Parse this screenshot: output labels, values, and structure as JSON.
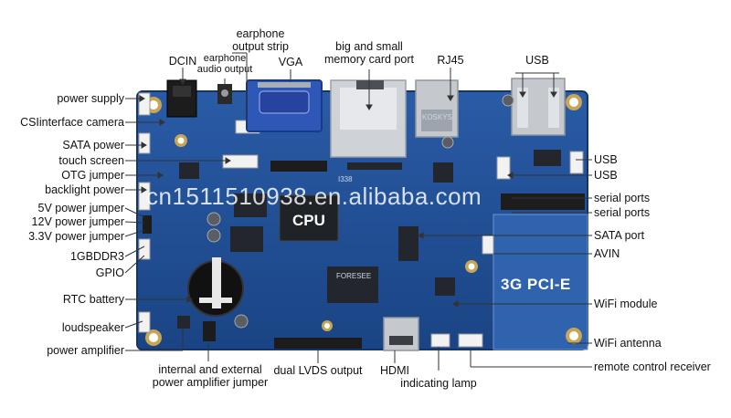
{
  "colors": {
    "board": "#1f4e92",
    "board_edge": "#163a72",
    "line": "#333333",
    "chip": "#262a31",
    "silver": "#c9ccd1",
    "white_conn": "#f2f2f2"
  },
  "board_text": {
    "cpu": "CPU",
    "pcie": "3G PCI-E",
    "watermark": "cn1511510938.en.alibaba.com",
    "chip_1338": "I338",
    "chip_forsee": "FORESEE",
    "rj45_mark": "KOSKYS"
  },
  "labels_left": [
    {
      "id": "power-supply",
      "text": "power supply"
    },
    {
      "id": "csi-camera",
      "text": "CSIinterface camera"
    },
    {
      "id": "sata-power",
      "text": "SATA power"
    },
    {
      "id": "touch-screen",
      "text": "touch screen"
    },
    {
      "id": "otg-jumper",
      "text": "OTG jumper"
    },
    {
      "id": "backlight-power",
      "text": "backlight power"
    },
    {
      "id": "5v-jumper",
      "text": "5V power jumper"
    },
    {
      "id": "12v-jumper",
      "text": "12V power jumper"
    },
    {
      "id": "33v-jumper",
      "text": "3.3V power jumper"
    },
    {
      "id": "ddr3",
      "text": "1GBDDR3"
    },
    {
      "id": "gpio",
      "text": "GPIO"
    },
    {
      "id": "rtc-battery",
      "text": "RTC battery"
    },
    {
      "id": "loudspeaker",
      "text": "loudspeaker"
    },
    {
      "id": "power-amplifier",
      "text": "power amplifier"
    }
  ],
  "labels_top": [
    {
      "id": "dcin",
      "text": "DCIN"
    },
    {
      "id": "earphone-audio",
      "line1": "earphone",
      "line2": "audio output"
    },
    {
      "id": "earphone-strip",
      "line1": "earphone",
      "line2": "output strip"
    },
    {
      "id": "vga",
      "text": "VGA"
    },
    {
      "id": "memory-card",
      "line1": "big and small",
      "line2": "memory card port"
    },
    {
      "id": "rj45",
      "text": "RJ45"
    },
    {
      "id": "usb-top",
      "text": "USB"
    }
  ],
  "labels_right": [
    {
      "id": "usb-1",
      "text": "USB"
    },
    {
      "id": "usb-2",
      "text": "USB"
    },
    {
      "id": "serial-1",
      "text": "serial ports"
    },
    {
      "id": "serial-2",
      "text": "serial ports"
    },
    {
      "id": "sata-port",
      "text": "SATA port"
    },
    {
      "id": "avin",
      "text": "AVIN"
    },
    {
      "id": "wifi-module",
      "text": "WiFi module"
    },
    {
      "id": "wifi-antenna",
      "text": "WiFi antenna"
    },
    {
      "id": "remote-receiver",
      "text": "remote control receiver"
    }
  ],
  "labels_bottom": [
    {
      "id": "amp-jumper",
      "line1": "internal and external",
      "line2": "power amplifier jumper"
    },
    {
      "id": "dual-lvds",
      "text": "dual LVDS output"
    },
    {
      "id": "hdmi",
      "text": "HDMI"
    },
    {
      "id": "indicating-lamp",
      "text": "indicating lamp"
    }
  ]
}
